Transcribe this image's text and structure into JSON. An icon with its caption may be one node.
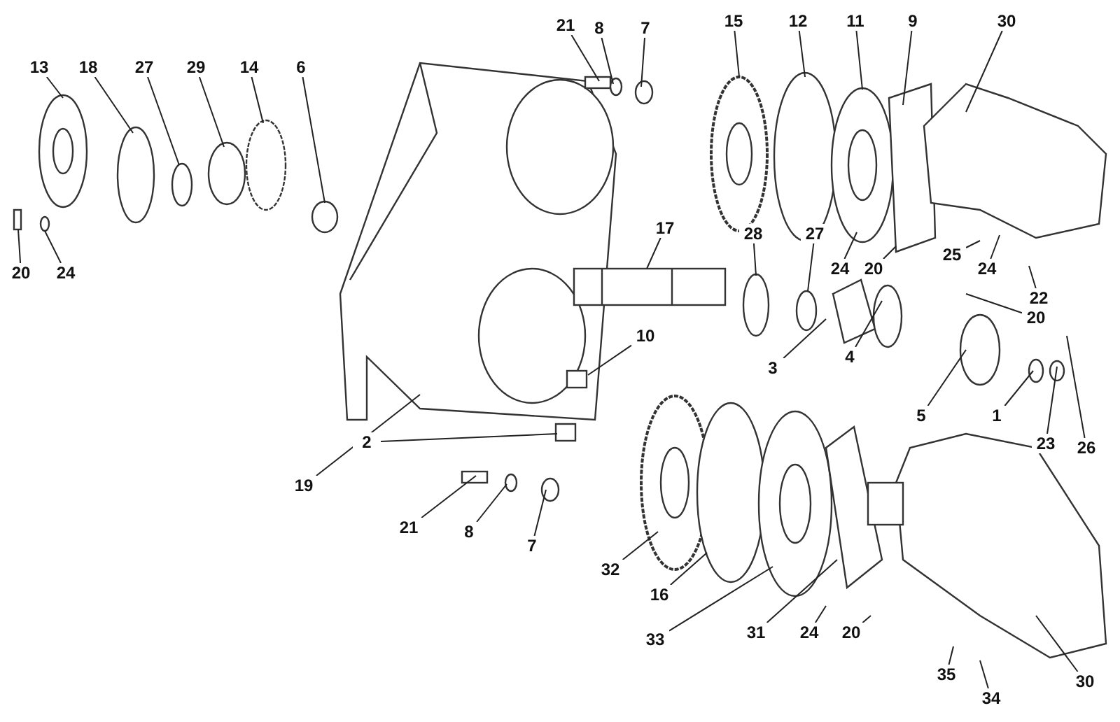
{
  "diagram": {
    "nodes": [
      {
        "text": [
          "21"
        ]
      },
      {
        "text": [
          "8"
        ]
      },
      {
        "text": [
          "7"
        ]
      },
      {
        "text": [
          "15"
        ]
      },
      {
        "text": [
          "12"
        ]
      },
      {
        "text": [
          "11"
        ]
      },
      {
        "text": [
          "9"
        ]
      },
      {
        "text": [
          "30"
        ]
      },
      {
        "text": [
          "13"
        ]
      },
      {
        "text": [
          "18"
        ]
      },
      {
        "text": [
          "27"
        ]
      },
      {
        "text": [
          "29"
        ]
      },
      {
        "text": [
          "14"
        ]
      },
      {
        "text": [
          "6"
        ]
      },
      {
        "text": [
          "17"
        ]
      },
      {
        "text": [
          "28"
        ]
      },
      {
        "text": [
          "27"
        ]
      },
      {
        "text": [
          "24"
        ]
      },
      {
        "text": [
          "20"
        ]
      },
      {
        "text": [
          "25"
        ]
      },
      {
        "text": [
          "24"
        ]
      },
      {
        "text": [
          "22"
        ]
      },
      {
        "text": [
          "20"
        ]
      },
      {
        "text": [
          "24"
        ]
      },
      {
        "text": [
          "20"
        ]
      },
      {
        "text": [
          "10"
        ]
      },
      {
        "text": [
          "3"
        ]
      },
      {
        "text": [
          "4"
        ]
      },
      {
        "text": [
          "5"
        ]
      },
      {
        "text": [
          "1"
        ]
      },
      {
        "text": [
          "23"
        ]
      },
      {
        "text": [
          "26"
        ]
      },
      {
        "text": [
          "2"
        ]
      },
      {
        "text": [
          "19"
        ]
      },
      {
        "text": [
          "21"
        ]
      },
      {
        "text": [
          "8"
        ]
      },
      {
        "text": [
          "7"
        ]
      },
      {
        "text": [
          "32"
        ]
      },
      {
        "text": [
          "16"
        ]
      },
      {
        "text": [
          "33"
        ]
      },
      {
        "text": [
          "31"
        ]
      },
      {
        "text": [
          "24"
        ]
      },
      {
        "text": [
          "20"
        ]
      },
      {
        "text": [
          "35"
        ]
      },
      {
        "text": [
          "34"
        ]
      },
      {
        "text": [
          "30"
        ]
      }
    ],
    "edges": [
      {
        "from": 0,
        "to": null,
        "arrow": "none"
      },
      {
        "from": 1,
        "to": null,
        "arrow": "none"
      },
      {
        "from": 2,
        "to": null,
        "arrow": "none"
      },
      {
        "from": 3,
        "to": null,
        "arrow": "none"
      },
      {
        "from": 4,
        "to": null,
        "arrow": "none"
      },
      {
        "from": 5,
        "to": null,
        "arrow": "none"
      },
      {
        "from": 6,
        "to": null,
        "arrow": "none"
      },
      {
        "from": 7,
        "to": null,
        "arrow": "none"
      },
      {
        "from": 8,
        "to": null,
        "arrow": "none"
      },
      {
        "from": 9,
        "to": null,
        "arrow": "none"
      },
      {
        "from": 10,
        "to": null,
        "arrow": "none"
      },
      {
        "from": 11,
        "to": null,
        "arrow": "none"
      },
      {
        "from": 12,
        "to": null,
        "arrow": "none"
      },
      {
        "from": 13,
        "to": null,
        "arrow": "none"
      },
      {
        "from": 14,
        "to": null,
        "arrow": "none"
      },
      {
        "from": 15,
        "to": null,
        "arrow": "none"
      },
      {
        "from": 16,
        "to": null,
        "arrow": "none"
      },
      {
        "from": 17,
        "to": null,
        "arrow": "none"
      },
      {
        "from": 18,
        "to": null,
        "arrow": "none"
      },
      {
        "from": 19,
        "to": null,
        "arrow": "none"
      },
      {
        "from": 20,
        "to": null,
        "arrow": "none"
      },
      {
        "from": 21,
        "to": null,
        "arrow": "none"
      },
      {
        "from": 22,
        "to": null,
        "arrow": "none"
      },
      {
        "from": 23,
        "to": null,
        "arrow": "none"
      },
      {
        "from": 24,
        "to": null,
        "arrow": "none"
      },
      {
        "from": 25,
        "to": null,
        "arrow": "none"
      },
      {
        "from": 26,
        "to": null,
        "arrow": "none"
      },
      {
        "from": 27,
        "to": null,
        "arrow": "none"
      },
      {
        "from": 28,
        "to": null,
        "arrow": "none"
      },
      {
        "from": 29,
        "to": null,
        "arrow": "none"
      },
      {
        "from": 30,
        "to": null,
        "arrow": "none"
      },
      {
        "from": 31,
        "to": null,
        "arrow": "none"
      },
      {
        "from": 32,
        "to": null,
        "arrow": "none"
      },
      {
        "from": 33,
        "to": null,
        "arrow": "none"
      },
      {
        "from": 34,
        "to": null,
        "arrow": "none"
      },
      {
        "from": 35,
        "to": null,
        "arrow": "none"
      },
      {
        "from": 36,
        "to": null,
        "arrow": "none"
      },
      {
        "from": 37,
        "to": null,
        "arrow": "none"
      },
      {
        "from": 38,
        "to": null,
        "arrow": "none"
      },
      {
        "from": 39,
        "to": null,
        "arrow": "none"
      },
      {
        "from": 40,
        "to": null,
        "arrow": "none"
      },
      {
        "from": 41,
        "to": null,
        "arrow": "none"
      },
      {
        "from": 42,
        "to": null,
        "arrow": "none"
      },
      {
        "from": 43,
        "to": null,
        "arrow": "none"
      },
      {
        "from": 44,
        "to": null,
        "arrow": "none"
      },
      {
        "from": 45,
        "to": null,
        "arrow": "none"
      }
    ]
  }
}
